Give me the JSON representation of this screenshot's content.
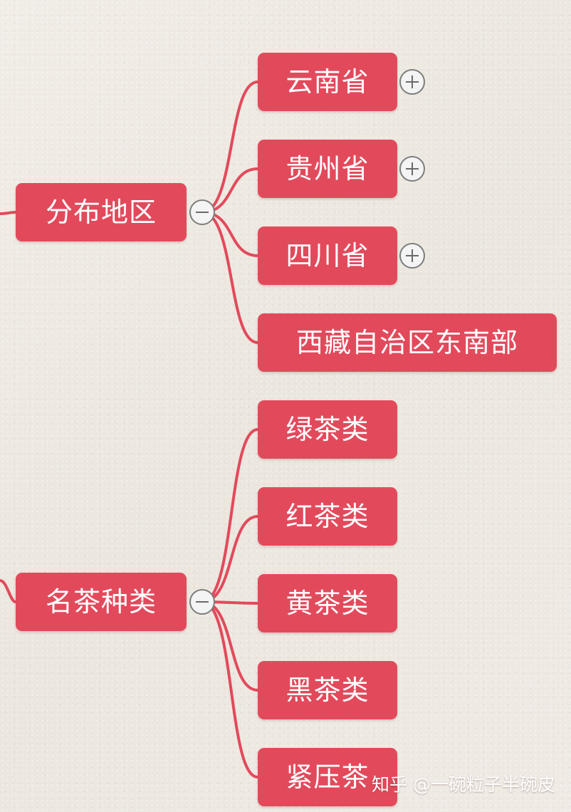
{
  "mindmap": {
    "branches": [
      {
        "label": "分布地区",
        "toggle": "minus",
        "children": [
          {
            "label": "云南省",
            "toggle": "plus"
          },
          {
            "label": "贵州省",
            "toggle": "plus"
          },
          {
            "label": "四川省",
            "toggle": "plus"
          },
          {
            "label": "西藏自治区东南部",
            "toggle": null
          }
        ]
      },
      {
        "label": "名茶种类",
        "toggle": "minus",
        "children": [
          {
            "label": "绿茶类",
            "toggle": null
          },
          {
            "label": "红茶类",
            "toggle": null
          },
          {
            "label": "黄茶类",
            "toggle": null
          },
          {
            "label": "黑茶类",
            "toggle": null
          },
          {
            "label": "紧压茶",
            "toggle": null
          }
        ]
      }
    ]
  },
  "watermark": "知乎 @一碗粒子半碗皮",
  "colors": {
    "node": "#e24a5c",
    "connector": "#e24a5c",
    "node_text": "#ffffff",
    "background": "#efebe4"
  }
}
